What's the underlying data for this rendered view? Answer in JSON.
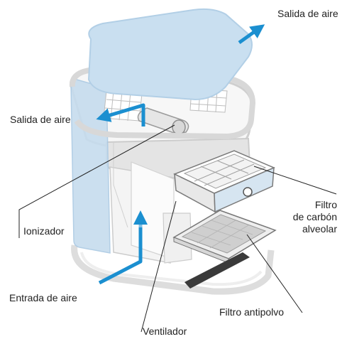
{
  "labels": {
    "air_outlet_top": "Salida de aire",
    "air_outlet_left": "Salida de aire",
    "ionizer": "Ionizador",
    "carbon_filter": [
      "Filtro",
      "de carbón",
      "alveolar"
    ],
    "air_inlet": "Entrada de aire",
    "dust_filter": "Filtro antipolvo",
    "fan": "Ventilador"
  },
  "colors": {
    "arrow": "#1b8fd0",
    "arrow_light": "#7fbfe4",
    "lid": "#c9dff0",
    "side_panel": "#c6dcee",
    "housing_stroke": "#cfcfcf",
    "leader_line": "#222222",
    "base_pad": "#3a3a3a"
  }
}
